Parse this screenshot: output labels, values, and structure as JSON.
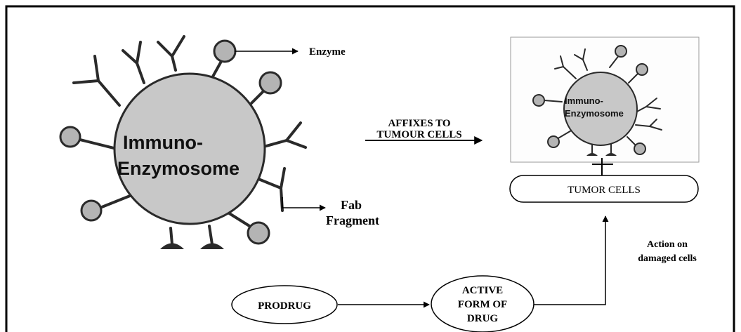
{
  "left_particle": {
    "label_line1": "Immuno-",
    "label_line2": "Enzymosome"
  },
  "callouts": {
    "enzyme": "Enzyme",
    "fab_line1": "Fab",
    "fab_line2": "Fragment"
  },
  "affixes": {
    "line1": "AFFIXES TO",
    "line2": "TUMOUR CELLS"
  },
  "right_particle": {
    "label_line1": "Immuno-",
    "label_line2": "Enzymosome"
  },
  "tumor_cells": "TUMOR CELLS",
  "prodrug": "PRODRUG",
  "active_drug": {
    "line1": "ACTIVE",
    "line2": "FORM OF",
    "line3": "DRUG"
  },
  "action": {
    "line1": "Action on",
    "line2": "damaged cells"
  },
  "colors": {
    "membrane": "#c8c8c8",
    "enzyme": "#b4b4b4",
    "stroke": "#2a2a2a",
    "frame": "#000000"
  }
}
